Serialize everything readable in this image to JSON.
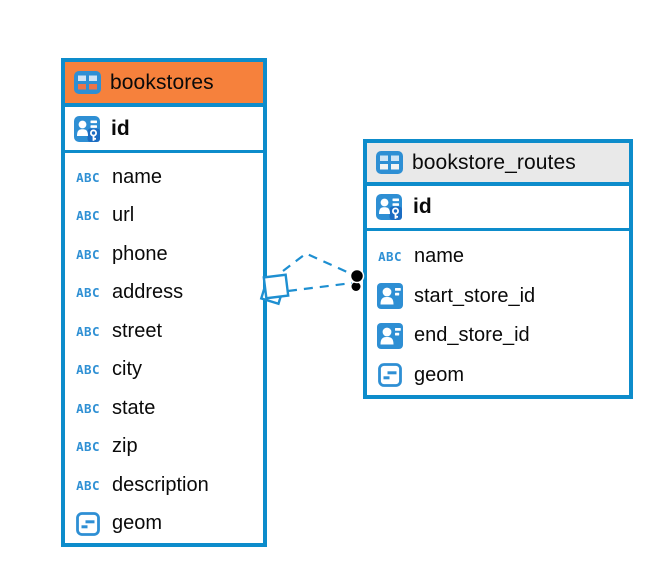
{
  "colors": {
    "table_border": "#0d8ccb",
    "icon_blue": "#2e8fd4",
    "key_panel_blue": "#1b6cc2",
    "bookstores_header": "#f6813c",
    "bookstore_routes_header": "#e9e9e9",
    "relationship_line": "#1e8fd1",
    "endpoint_dot": "#000000",
    "background": "#ffffff"
  },
  "icons": {
    "text_type_label": "ABC",
    "table_icon": "table-grid",
    "primary_key_icon": "person-with-key",
    "reference_icon": "person-card",
    "geometry_icon": "box-with-dashes"
  },
  "tables": [
    {
      "name": "bookstores",
      "columns": [
        {
          "name": "id",
          "type": "primary-key"
        },
        {
          "name": "name",
          "type": "text"
        },
        {
          "name": "url",
          "type": "text"
        },
        {
          "name": "phone",
          "type": "text"
        },
        {
          "name": "address",
          "type": "text"
        },
        {
          "name": "street",
          "type": "text"
        },
        {
          "name": "city",
          "type": "text"
        },
        {
          "name": "state",
          "type": "text"
        },
        {
          "name": "zip",
          "type": "text"
        },
        {
          "name": "description",
          "type": "text"
        },
        {
          "name": "geom",
          "type": "geometry"
        }
      ]
    },
    {
      "name": "bookstore_routes",
      "columns": [
        {
          "name": "id",
          "type": "primary-key"
        },
        {
          "name": "name",
          "type": "text"
        },
        {
          "name": "start_store_id",
          "type": "reference"
        },
        {
          "name": "end_store_id",
          "type": "reference"
        },
        {
          "name": "geom",
          "type": "geometry"
        }
      ]
    }
  ],
  "relationships": [
    {
      "from": "bookstores",
      "to": "bookstore_routes",
      "style": "dashed"
    },
    {
      "from": "bookstores",
      "to": "bookstore_routes",
      "style": "dashed"
    }
  ]
}
